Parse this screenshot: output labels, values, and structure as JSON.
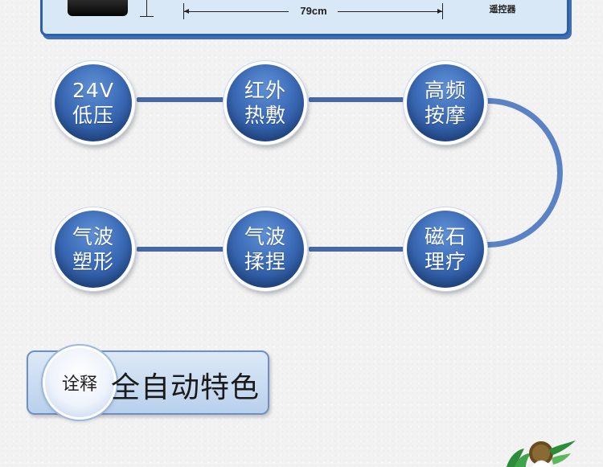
{
  "dimension": {
    "width_label": "79cm",
    "remote_label": "遥控器"
  },
  "features": [
    {
      "line1": "24V",
      "line2": "低压"
    },
    {
      "line1": "红外",
      "line2": "热敷"
    },
    {
      "line1": "高频",
      "line2": "按摩"
    },
    {
      "line1": "磁石",
      "line2": "理疗"
    },
    {
      "line1": "气波",
      "line2": "揉捏"
    },
    {
      "line1": "气波",
      "line2": "塑形"
    }
  ],
  "caption": {
    "badge": "诠释",
    "title": "全自动特色"
  },
  "colors": {
    "circle": "#3c6cb8",
    "connector": "#4668a8",
    "curve": "#5b82c4",
    "banner_border": "#2f5fa8"
  },
  "icons": [
    "device-silhouette",
    "brand-logo"
  ]
}
